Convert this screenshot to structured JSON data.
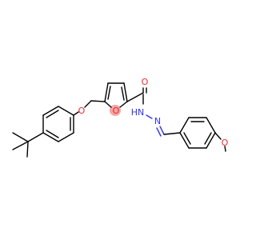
{
  "molecule": {
    "atoms": {
      "carbonyl_o": "O",
      "hydrazide_nh": "HN",
      "imine_n": "N",
      "ether_o": "O",
      "furan_o": "O",
      "methoxy_o": "O"
    },
    "colors": {
      "bond": "#000000",
      "nitrogen": "#3333ee",
      "oxygen": "#ee2a2a",
      "furan_highlight": "#f4a6a6"
    }
  }
}
